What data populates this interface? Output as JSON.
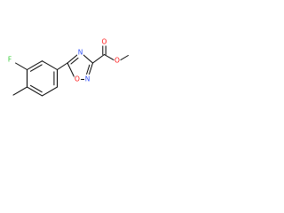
{
  "molecule": {
    "atoms": {
      "fluorine": {
        "label": "F",
        "color": "#33cc33"
      },
      "ring_n4": {
        "label": "N",
        "color": "#3050f8"
      },
      "ring_n2": {
        "label": "N",
        "color": "#3050f8"
      },
      "ring_o1": {
        "label": "O",
        "color": "#ff0d0d"
      },
      "carbonyl_o": {
        "label": "O",
        "color": "#ff0d0d"
      },
      "ester_o": {
        "label": "O",
        "color": "#ff0d0d"
      }
    },
    "bond_color": "#000000"
  }
}
